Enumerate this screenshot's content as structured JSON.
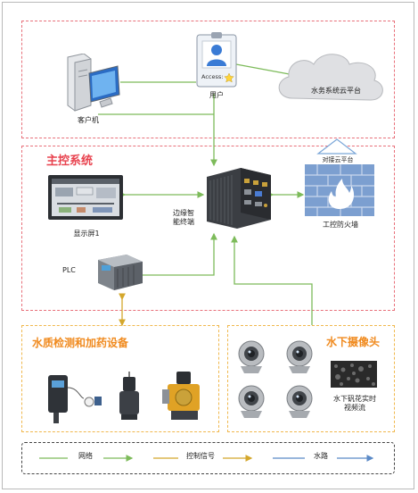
{
  "top": {
    "user_label": "用户",
    "access_label": "Access:",
    "client_label": "客户机",
    "cloud_label": "水务系统云平台"
  },
  "main": {
    "title": "主控系统",
    "display_label": "显示屏1",
    "edge_label_1": "边缘智",
    "edge_label_2": "能终端",
    "firewall_label": "工控防火墙",
    "cloud_link_label": "对接云平台",
    "plc_label": "PLC"
  },
  "water": {
    "title": "水质检测和加药设备"
  },
  "camera": {
    "title": "水下摄像头",
    "stream_label_1": "水下矾花实时",
    "stream_label_2": "视频流"
  },
  "legend": {
    "items": [
      {
        "label": "网络",
        "color": "#7dbb5a"
      },
      {
        "label": "控制信号",
        "color": "#d4a72c"
      },
      {
        "label": "水路",
        "color": "#5b8ac7"
      }
    ]
  }
}
